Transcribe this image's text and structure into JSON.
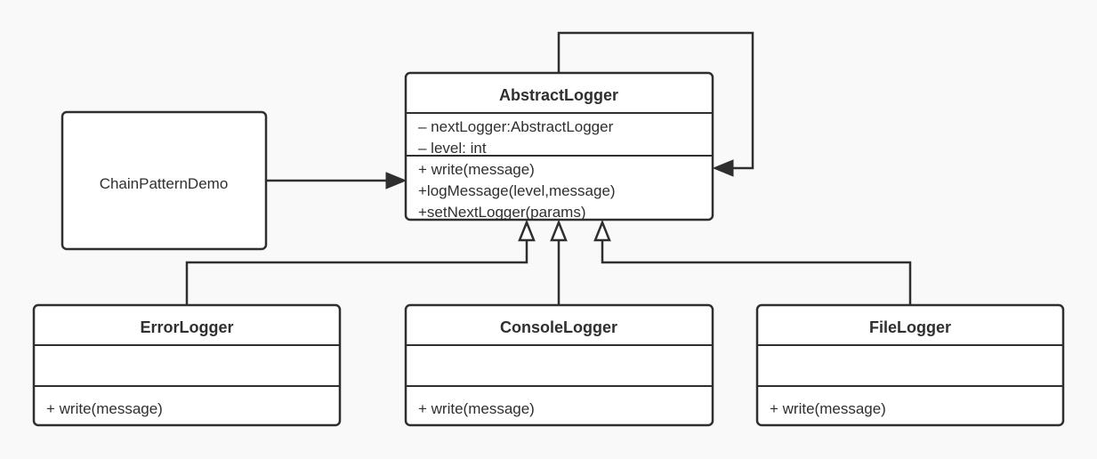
{
  "diagram": {
    "client": {
      "name": "ChainPatternDemo"
    },
    "abstract_logger": {
      "name": "AbstractLogger",
      "attributes": [
        "– nextLogger:AbstractLogger",
        "– level: int"
      ],
      "methods": [
        "+ write(message)",
        "+logMessage(level,message)",
        "+setNextLogger(params)"
      ]
    },
    "error_logger": {
      "name": "ErrorLogger",
      "methods": [
        "+ write(message)"
      ]
    },
    "console_logger": {
      "name": "ConsoleLogger",
      "methods": [
        "+ write(message)"
      ]
    },
    "file_logger": {
      "name": "FileLogger",
      "methods": [
        "+ write(message)"
      ]
    }
  }
}
